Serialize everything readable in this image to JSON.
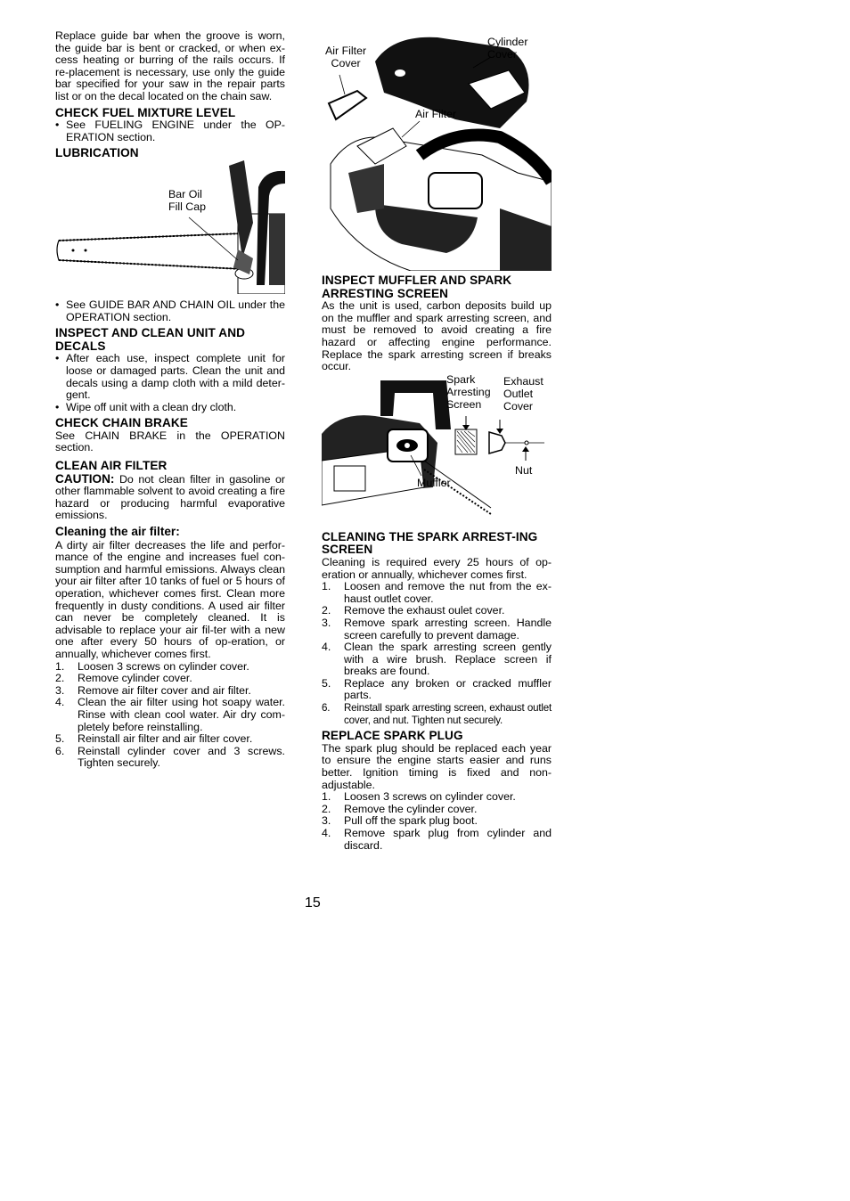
{
  "left": {
    "intro": "Replace guide bar when the groove is worn, the guide bar is bent or cracked, or when ex-cess heating or burring of the rails occurs. If re-placement is necessary, use only the guide bar specified for your saw in the repair parts list or on the decal located on the chain saw.",
    "fuel": {
      "heading": "CHECK FUEL MIXTURE LEVEL",
      "bullets": [
        "See FUELING ENGINE under the OP-ERATION section."
      ]
    },
    "lubrication": {
      "heading": "LUBRICATION",
      "figure_label": "Bar Oil\nFill Cap",
      "bullets": [
        "See GUIDE BAR AND CHAIN OIL under the OPERATION section."
      ]
    },
    "inspect": {
      "heading": "INSPECT AND CLEAN UNIT AND DECALS",
      "bullets": [
        "After each use, inspect complete unit for loose or damaged parts. Clean the unit and decals using a damp cloth with a mild deter-gent.",
        "Wipe off unit with a clean dry cloth."
      ]
    },
    "chain_brake": {
      "heading": "CHECK CHAIN BRAKE",
      "text": "See CHAIN BRAKE in the OPERATION section."
    },
    "air_filter": {
      "heading": "CLEAN AIR FILTER",
      "caution_label": "CAUTION:",
      "caution_text": "Do not clean filter in gasoline or other flammable solvent to avoid creating a fire hazard or producing harmful evaporative emissions.",
      "subheading": "Cleaning the air filter:",
      "text": "A dirty air filter decreases the life and perfor-mance of the engine and increases fuel con-sumption and harmful emissions. Always clean your air filter after 10 tanks of fuel or 5 hours of operation, whichever comes first. Clean more frequently in dusty conditions. A used air filter can never be completely cleaned. It is advisable to replace your air fil-ter with a new one after every 50 hours of op-eration, or annually, whichever comes first.",
      "steps": [
        "Loosen 3 screws on cylinder cover.",
        "Remove cylinder cover.",
        "Remove air filter cover and air filter.",
        "Clean the air filter using hot soapy water. Rinse with clean cool water. Air dry com-pletely before reinstalling.",
        "Reinstall air filter and air filter cover.",
        "Reinstall cylinder cover and 3 screws. Tighten securely."
      ]
    }
  },
  "right": {
    "figure1": {
      "air_filter_cover": "Air Filter\nCover",
      "cylinder_cover": "Cylinder\nCover",
      "air_filter": "Air Filter"
    },
    "muffler": {
      "heading": "INSPECT MUFFLER AND SPARK ARRESTING SCREEN",
      "text": "As the unit is used, carbon deposits build up on the muffler and spark arresting screen, and must be removed to avoid creating a fire hazard or affecting engine performance. Replace the spark arresting screen if breaks occur."
    },
    "figure2": {
      "spark_screen": "Spark\nArresting\nScreen",
      "exhaust_cover": "Exhaust\nOutlet\nCover",
      "nut": "Nut",
      "muffler": "Muffler"
    },
    "cleaning": {
      "heading": "CLEANING THE SPARK ARREST-ING SCREEN",
      "text": "Cleaning is required every 25 hours of op-eration or annually, whichever comes first.",
      "steps": [
        "Loosen and remove the nut from the ex-haust outlet cover.",
        "Remove the exhaust oulet cover.",
        "Remove spark arresting screen. Handle screen carefully to prevent damage.",
        "Clean the spark arresting screen gently with a wire brush. Replace screen if breaks are found.",
        "Replace any broken or cracked muffler parts.",
        "Reinstall spark arresting screen, exhaust outlet cover, and nut. Tighten nut securely."
      ]
    },
    "spark_plug": {
      "heading": "REPLACE SPARK PLUG",
      "text": "The spark plug should be replaced each year to ensure the engine starts easier and runs better. Ignition timing is fixed and non-adjustable.",
      "steps": [
        "Loosen 3 screws on cylinder cover.",
        "Remove the cylinder cover.",
        "Pull off the spark plug boot.",
        "Remove spark plug from cylinder and discard."
      ]
    }
  },
  "page_number": "15"
}
